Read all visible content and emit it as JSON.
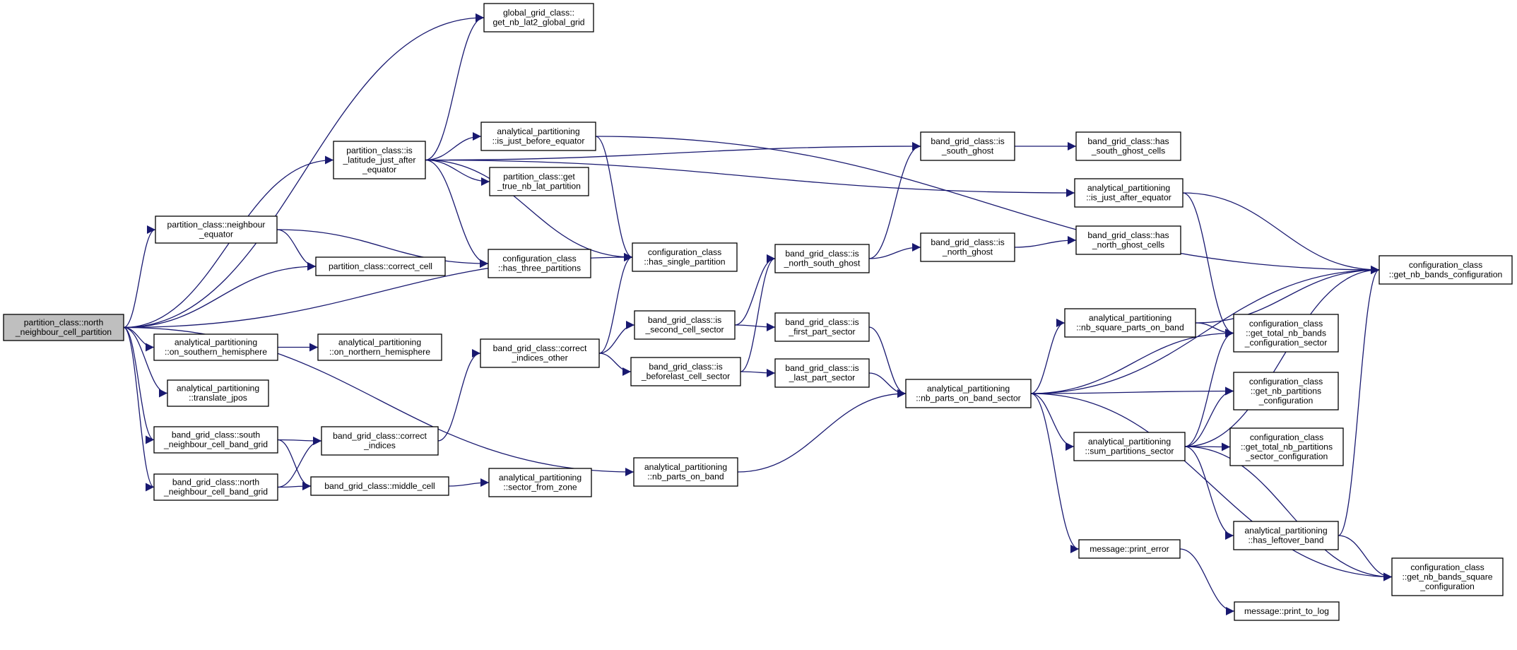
{
  "diagram": {
    "edge_color": "#191970",
    "root_fill": "#bfbfbf",
    "nodes": [
      {
        "id": "root",
        "lines": [
          "partition_class::north",
          "_neighbour_cell_partition"
        ],
        "root": true
      },
      {
        "id": "gg",
        "lines": [
          "global_grid_class::",
          "get_nb_lat2_global_grid"
        ]
      },
      {
        "id": "pce",
        "lines": [
          "partition_class::is",
          "_latitude_just_after",
          "_equator"
        ]
      },
      {
        "id": "pcn",
        "lines": [
          "partition_class::neighbour",
          "_equator"
        ]
      },
      {
        "id": "pcc",
        "lines": [
          "partition_class::correct_cell"
        ]
      },
      {
        "id": "aps",
        "lines": [
          "analytical_partitioning",
          "::on_southern_hemisphere"
        ]
      },
      {
        "id": "apn",
        "lines": [
          "analytical_partitioning",
          "::on_northern_hemisphere"
        ]
      },
      {
        "id": "apt",
        "lines": [
          "analytical_partitioning",
          "::translate_jpos"
        ]
      },
      {
        "id": "bgs",
        "lines": [
          "band_grid_class::south",
          "_neighbour_cell_band_grid"
        ]
      },
      {
        "id": "bgn",
        "lines": [
          "band_grid_class::north",
          "_neighbour_cell_band_grid"
        ]
      },
      {
        "id": "bgci",
        "lines": [
          "band_grid_class::correct",
          "_indices"
        ]
      },
      {
        "id": "bgm",
        "lines": [
          "band_grid_class::middle_cell"
        ]
      },
      {
        "id": "apsz",
        "lines": [
          "analytical_partitioning",
          "::sector_from_zone"
        ]
      },
      {
        "id": "apjb",
        "lines": [
          "analytical_partitioning",
          "::is_just_before_equator"
        ]
      },
      {
        "id": "pctn",
        "lines": [
          "partition_class::get",
          "_true_nb_lat_partition"
        ]
      },
      {
        "id": "cc3",
        "lines": [
          "configuration_class",
          "::has_three_partitions"
        ]
      },
      {
        "id": "cch1",
        "lines": [
          "configuration_class",
          "::has_single_partition"
        ]
      },
      {
        "id": "bgcio",
        "lines": [
          "band_grid_class::correct",
          "_indices_other"
        ]
      },
      {
        "id": "apnb",
        "lines": [
          "analytical_partitioning",
          "::nb_parts_on_band"
        ]
      },
      {
        "id": "bg2",
        "lines": [
          "band_grid_class::is",
          "_second_cell_sector"
        ]
      },
      {
        "id": "bgbl",
        "lines": [
          "band_grid_class::is",
          "_beforelast_cell_sector"
        ]
      },
      {
        "id": "bgnsg",
        "lines": [
          "band_grid_class::is",
          "_north_south_ghost"
        ]
      },
      {
        "id": "bgfp",
        "lines": [
          "band_grid_class::is",
          "_first_part_sector"
        ]
      },
      {
        "id": "bglp",
        "lines": [
          "band_grid_class::is",
          "_last_part_sector"
        ]
      },
      {
        "id": "bgsg",
        "lines": [
          "band_grid_class::is",
          "_south_ghost"
        ]
      },
      {
        "id": "bgng",
        "lines": [
          "band_grid_class::is",
          "_north_ghost"
        ]
      },
      {
        "id": "bghs",
        "lines": [
          "band_grid_class::has",
          "_south_ghost_cells"
        ]
      },
      {
        "id": "bghn",
        "lines": [
          "band_grid_class::has",
          "_north_ghost_cells"
        ]
      },
      {
        "id": "apja",
        "lines": [
          "analytical_partitioning",
          "::is_just_after_equator"
        ]
      },
      {
        "id": "apnbs",
        "lines": [
          "analytical_partitioning",
          "::nb_parts_on_band_sector"
        ]
      },
      {
        "id": "apnsq",
        "lines": [
          "analytical_partitioning",
          "::nb_square_parts_on_band"
        ]
      },
      {
        "id": "apsum",
        "lines": [
          "analytical_partitioning",
          "::sum_partitions_sector"
        ]
      },
      {
        "id": "mpe",
        "lines": [
          "message::print_error"
        ]
      },
      {
        "id": "mpl",
        "lines": [
          "message::print_to_log"
        ]
      },
      {
        "id": "aphl",
        "lines": [
          "analytical_partitioning",
          "::has_leftover_band"
        ]
      },
      {
        "id": "ccnbc",
        "lines": [
          "configuration_class",
          "::get_nb_bands_configuration"
        ]
      },
      {
        "id": "cctnb",
        "lines": [
          "configuration_class",
          "::get_total_nb_bands",
          "_configuration_sector"
        ]
      },
      {
        "id": "ccnp",
        "lines": [
          "configuration_class",
          "::get_nb_partitions",
          "_configuration"
        ]
      },
      {
        "id": "cctnp",
        "lines": [
          "configuration_class",
          "::get_total_nb_partitions",
          "_sector_configuration"
        ]
      },
      {
        "id": "ccsq",
        "lines": [
          "configuration_class",
          "::get_nb_bands_square",
          "_configuration"
        ]
      }
    ],
    "edges": [
      [
        "root",
        "gg"
      ],
      [
        "root",
        "pce"
      ],
      [
        "root",
        "pcn"
      ],
      [
        "root",
        "pcc"
      ],
      [
        "root",
        "cch1"
      ],
      [
        "root",
        "aps"
      ],
      [
        "root",
        "apt"
      ],
      [
        "root",
        "bgs"
      ],
      [
        "root",
        "bgn"
      ],
      [
        "root",
        "apnb"
      ],
      [
        "pce",
        "gg"
      ],
      [
        "pce",
        "bgsg"
      ],
      [
        "pce",
        "apja"
      ],
      [
        "pce",
        "apjb"
      ],
      [
        "pce",
        "pctn"
      ],
      [
        "pce",
        "cc3"
      ],
      [
        "pce",
        "cch1"
      ],
      [
        "pcn",
        "pcc"
      ],
      [
        "pcn",
        "cc3"
      ],
      [
        "aps",
        "apn"
      ],
      [
        "bgs",
        "bgci"
      ],
      [
        "bgs",
        "bgm"
      ],
      [
        "bgn",
        "bgci"
      ],
      [
        "bgn",
        "bgm"
      ],
      [
        "bgci",
        "bgcio"
      ],
      [
        "bgm",
        "apsz"
      ],
      [
        "apjb",
        "ccnbc"
      ],
      [
        "apjb",
        "cch1"
      ],
      [
        "bgcio",
        "cch1"
      ],
      [
        "bgcio",
        "bg2"
      ],
      [
        "bgcio",
        "bgbl"
      ],
      [
        "bg2",
        "bgnsg"
      ],
      [
        "bg2",
        "bgfp"
      ],
      [
        "bgbl",
        "bgnsg"
      ],
      [
        "bgbl",
        "bglp"
      ],
      [
        "bgnsg",
        "bgsg"
      ],
      [
        "bgnsg",
        "bgng"
      ],
      [
        "bgsg",
        "bghs"
      ],
      [
        "bgng",
        "bghn"
      ],
      [
        "bgfp",
        "apnbs"
      ],
      [
        "bglp",
        "apnbs"
      ],
      [
        "apnb",
        "apnbs"
      ],
      [
        "apja",
        "ccnbc"
      ],
      [
        "apja",
        "cctnb"
      ],
      [
        "apnbs",
        "ccnbc"
      ],
      [
        "apnbs",
        "apnsq"
      ],
      [
        "apnbs",
        "cctnb"
      ],
      [
        "apnbs",
        "ccnp"
      ],
      [
        "apnbs",
        "apsum"
      ],
      [
        "apnbs",
        "mpe"
      ],
      [
        "apnbs",
        "ccsq"
      ],
      [
        "apnsq",
        "ccnbc"
      ],
      [
        "apnsq",
        "cctnb"
      ],
      [
        "apsum",
        "cctnb"
      ],
      [
        "apsum",
        "ccnp"
      ],
      [
        "apsum",
        "cctnp"
      ],
      [
        "apsum",
        "aphl"
      ],
      [
        "apsum",
        "ccnbc"
      ],
      [
        "apsum",
        "ccsq"
      ],
      [
        "aphl",
        "ccnbc"
      ],
      [
        "aphl",
        "ccsq"
      ],
      [
        "mpe",
        "mpl"
      ]
    ]
  }
}
